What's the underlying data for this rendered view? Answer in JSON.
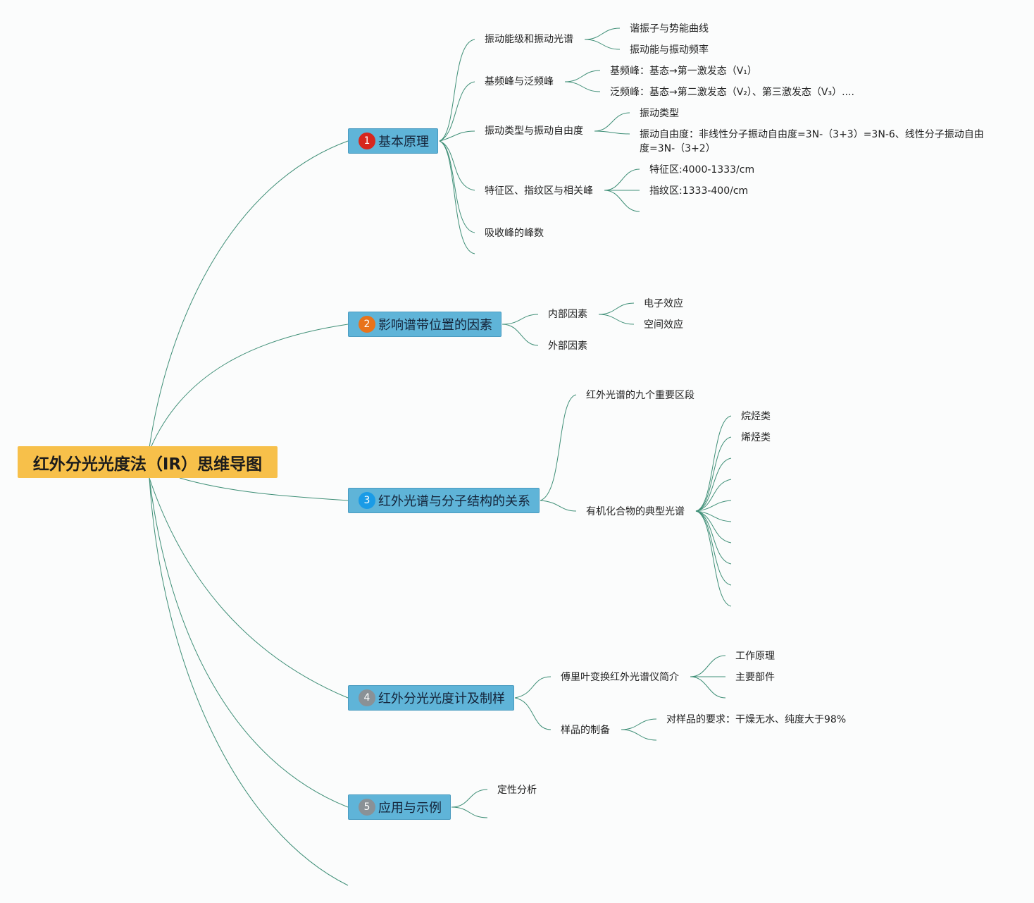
{
  "root": {
    "title": "红外分光光度法（IR）思维导图"
  },
  "colors": {
    "root": "#f7c04a",
    "main": "#5fb4d8",
    "link": "#3f8f77",
    "badge1": "#d7261e",
    "badge2": "#e8731b",
    "badge3": "#1a9be6",
    "badge4": "#8a9196",
    "badge5": "#8a9196"
  },
  "branch1": {
    "num": "1",
    "label": "基本原理",
    "c1": {
      "label": "振动能级和振动光谱",
      "items": [
        "谐振子与势能曲线",
        "振动能与振动频率"
      ]
    },
    "c2": {
      "label": "基频峰与泛频峰",
      "items": [
        "基频峰：基态→第一激发态（V₁）",
        "泛频峰：基态→第二激发态（V₂）、第三激发态（V₃）...."
      ]
    },
    "c3": {
      "label": "振动类型与振动自由度",
      "items": [
        "振动类型",
        "振动自由度：非线性分子振动自由度=3N-（3+3）=3N-6、线性分子振动自由度=3N-（3+2）"
      ]
    },
    "c4": {
      "label": "特征区、指纹区与相关峰",
      "items": [
        "特征区:4000-1333/cm",
        "指纹区:1333-400/cm"
      ]
    },
    "c5": {
      "label": "吸收峰的峰数"
    }
  },
  "branch2": {
    "num": "2",
    "label": "影响谱带位置的因素",
    "c1": {
      "label": "内部因素",
      "items": [
        "电子效应",
        "空间效应"
      ]
    },
    "c2": {
      "label": "外部因素"
    }
  },
  "branch3": {
    "num": "3",
    "label": "红外光谱与分子结构的关系",
    "c1": {
      "label": "红外光谱的九个重要区段"
    },
    "c2": {
      "label": "有机化合物的典型光谱",
      "items": [
        "烷烃类",
        "烯烃类"
      ]
    }
  },
  "branch4": {
    "num": "4",
    "label": "红外分光光度计及制样",
    "c1": {
      "label": "傅里叶变换红外光谱仪简介",
      "items": [
        "工作原理",
        "主要部件"
      ]
    },
    "c2": {
      "label": "样品的制备",
      "items": [
        "对样品的要求：干燥无水、纯度大于98%"
      ]
    }
  },
  "branch5": {
    "num": "5",
    "label": "应用与示例",
    "c1": {
      "label": "定性分析"
    }
  }
}
